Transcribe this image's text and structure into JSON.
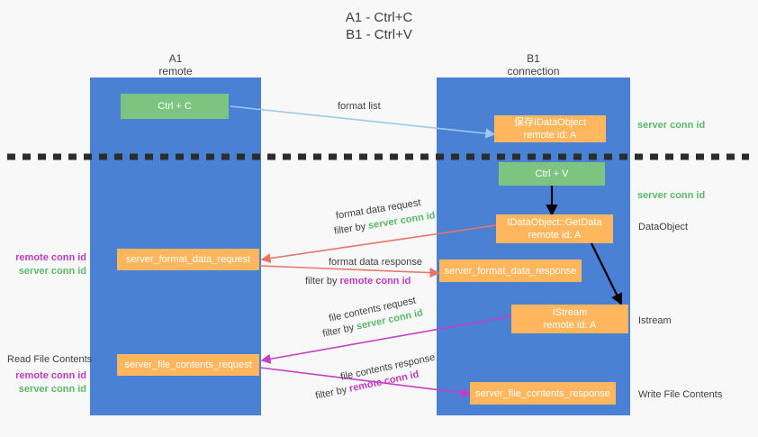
{
  "title": "A1 - Ctrl+C\nB1 - Ctrl+V",
  "lanes": [
    {
      "name": "a1",
      "title": "A1\nremote"
    },
    {
      "name": "b1",
      "title": "B1\nconnection"
    }
  ],
  "boxes": {
    "ctrl_c": "Ctrl + C",
    "save_idataobject": "保存IDataObject\nremote id: A",
    "ctrl_v": "Ctrl + V",
    "getdata": "IDataObject::GetData\nremote id: A",
    "server_format_data_request": "server_format_data_request",
    "server_format_data_response": "server_format_data_response",
    "istream": "IStream\nremote id: A",
    "server_file_contents_request": "server_file_contents_request",
    "server_file_contents_response": "server_file_contents_response"
  },
  "edges": {
    "format_list": "format list",
    "format_data_request": "format data request",
    "format_data_request_filter_pre": "filter by ",
    "format_data_request_filter_key": "server conn id",
    "format_data_response": "format data response",
    "format_data_response_filter_pre": "filter by ",
    "format_data_response_filter_key": "remote conn id",
    "file_contents_request": "file contents request",
    "file_contents_request_filter_pre": "filter by ",
    "file_contents_request_filter_key": "server conn id",
    "file_contents_response": "file contents response",
    "file_contents_response_filter_pre": "filter by ",
    "file_contents_response_filter_key": "remote conn id"
  },
  "right_labels": {
    "server_conn_id_top": "server conn id",
    "server_conn_id_mid": "server conn id",
    "dataobject": "DataObject",
    "istream": "Istream",
    "write_file_contents": "Write File Contents"
  },
  "left_labels": {
    "read_file_contents": "Read File Contents",
    "remote_conn_id_1": "remote conn id",
    "server_conn_id_1": "server conn id",
    "remote_conn_id_2": "remote conn id",
    "server_conn_id_2": "server conn id"
  },
  "colors": {
    "lane": "#4a81d4",
    "green_box": "#7cc47f",
    "orange_box": "#ffb65c",
    "server_conn": "#5bb96a",
    "remote_conn": "#c039c0",
    "format_list_arrow": "#9ec9ee",
    "format_data_arrow": "#e8736a",
    "file_contents_arrow": "#c43fc4",
    "flow_arrow": "#000000",
    "divider": "#333333",
    "background": "#f8f8f8"
  }
}
